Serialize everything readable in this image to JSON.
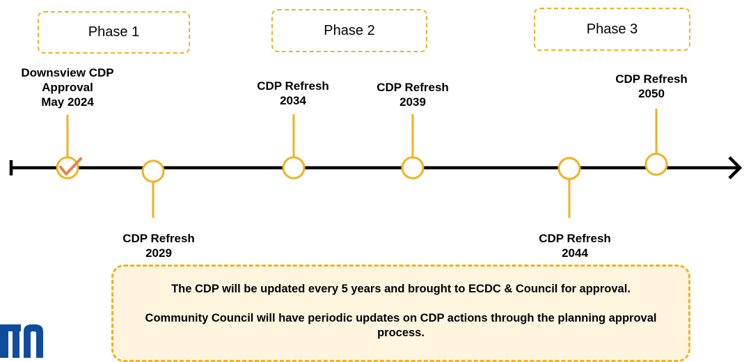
{
  "phases": [
    {
      "label": "Phase 1"
    },
    {
      "label": "Phase 2"
    },
    {
      "label": "Phase 3"
    }
  ],
  "milestones": {
    "downsview": {
      "lines": [
        "Downsview CDP",
        "Approval",
        "May 2024"
      ],
      "status": "completed"
    },
    "refresh_2029": {
      "lines": [
        "CDP Refresh",
        "2029"
      ]
    },
    "refresh_2034": {
      "lines": [
        "CDP Refresh",
        "2034"
      ]
    },
    "refresh_2039": {
      "lines": [
        "CDP Refresh",
        "2039"
      ]
    },
    "refresh_2044": {
      "lines": [
        "CDP Refresh",
        "2044"
      ]
    },
    "refresh_2050": {
      "lines": [
        "CDP Refresh",
        "2050"
      ]
    }
  },
  "info_box": {
    "paragraph_1": "The CDP will be updated every 5 years and brought to ECDC & Council for approval.",
    "paragraph_2": "Community Council will have periodic updates on CDP actions through the planning approval process."
  },
  "logo": {
    "description_icon": "ttc-logo-fragment"
  },
  "colors": {
    "accent": "#F2B21D",
    "check": "#E8834A",
    "info_fill": "#FFF5DF",
    "line": "#000000"
  }
}
